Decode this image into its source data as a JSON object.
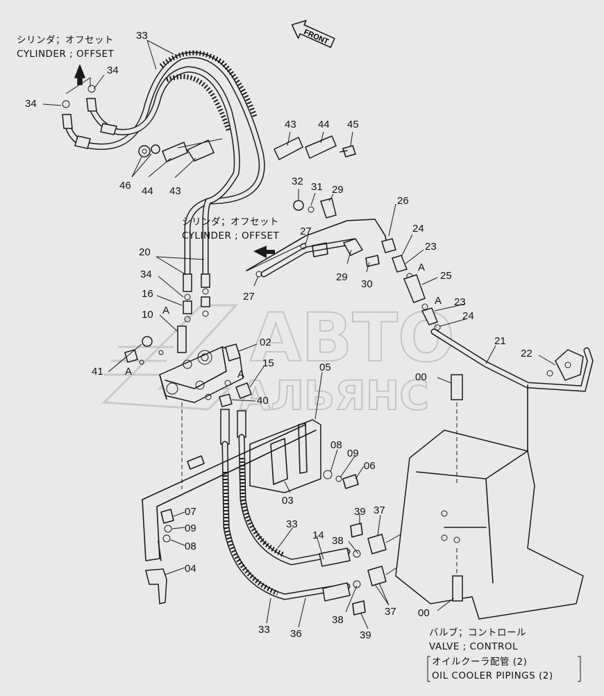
{
  "front_arrow": "FRONT",
  "watermark": {
    "line1": "АВТО",
    "line2": "АЛЬЯНС"
  },
  "captions": {
    "cyl_top_jp": "シリンダ；オフセット",
    "cyl_top_en": "CYLINDER ; OFFSET",
    "cyl_mid_jp": "シリンダ；オフセット",
    "cyl_mid_en": "CYLINDER ; OFFSET",
    "valve_jp": "バルブ；コントロール",
    "valve_en": "VALVE ; CONTROL",
    "cooler_jp": "オイルクーラ配管 (2)",
    "cooler_en": "OIL COOLER PIPINGS (2)"
  },
  "labels": [
    {
      "id": "l33a",
      "text": "33"
    },
    {
      "id": "l34a",
      "text": "34"
    },
    {
      "id": "l34b",
      "text": "34"
    },
    {
      "id": "l43a",
      "text": "43"
    },
    {
      "id": "l44a",
      "text": "44"
    },
    {
      "id": "l45",
      "text": "45"
    },
    {
      "id": "l46",
      "text": "46"
    },
    {
      "id": "l44b",
      "text": "44"
    },
    {
      "id": "l43b",
      "text": "43"
    },
    {
      "id": "l32",
      "text": "32"
    },
    {
      "id": "l31",
      "text": "31"
    },
    {
      "id": "l29a",
      "text": "29"
    },
    {
      "id": "l26",
      "text": "26"
    },
    {
      "id": "l27a",
      "text": "27"
    },
    {
      "id": "l24a",
      "text": "24"
    },
    {
      "id": "l23a",
      "text": "23"
    },
    {
      "id": "lAa",
      "text": "A"
    },
    {
      "id": "l25",
      "text": "25"
    },
    {
      "id": "lAb",
      "text": "A"
    },
    {
      "id": "l23b",
      "text": "23"
    },
    {
      "id": "l24b",
      "text": "24"
    },
    {
      "id": "l20",
      "text": "20"
    },
    {
      "id": "l29b",
      "text": "29"
    },
    {
      "id": "l30",
      "text": "30"
    },
    {
      "id": "l34c",
      "text": "34"
    },
    {
      "id": "l27b",
      "text": "27"
    },
    {
      "id": "l16",
      "text": "16"
    },
    {
      "id": "lAc",
      "text": "A"
    },
    {
      "id": "l10",
      "text": "10"
    },
    {
      "id": "l02",
      "text": "02"
    },
    {
      "id": "l21",
      "text": "21"
    },
    {
      "id": "l22",
      "text": "22"
    },
    {
      "id": "l41",
      "text": "41"
    },
    {
      "id": "lAd",
      "text": "A"
    },
    {
      "id": "l15",
      "text": "15"
    },
    {
      "id": "lAe",
      "text": "A"
    },
    {
      "id": "l05",
      "text": "05"
    },
    {
      "id": "l00a",
      "text": "00"
    },
    {
      "id": "l40",
      "text": "40"
    },
    {
      "id": "l08a",
      "text": "08"
    },
    {
      "id": "l09a",
      "text": "09"
    },
    {
      "id": "l06",
      "text": "06"
    },
    {
      "id": "l03",
      "text": "03"
    },
    {
      "id": "l07",
      "text": "07"
    },
    {
      "id": "l09b",
      "text": "09"
    },
    {
      "id": "l08b",
      "text": "08"
    },
    {
      "id": "l39a",
      "text": "39"
    },
    {
      "id": "l37a",
      "text": "37"
    },
    {
      "id": "l33b",
      "text": "33"
    },
    {
      "id": "l14",
      "text": "14"
    },
    {
      "id": "l38a",
      "text": "38"
    },
    {
      "id": "l04",
      "text": "04"
    },
    {
      "id": "l33c",
      "text": "33"
    },
    {
      "id": "l36",
      "text": "36"
    },
    {
      "id": "l38b",
      "text": "38"
    },
    {
      "id": "l37b",
      "text": "37"
    },
    {
      "id": "l39b",
      "text": "39"
    },
    {
      "id": "l00b",
      "text": "00"
    }
  ]
}
